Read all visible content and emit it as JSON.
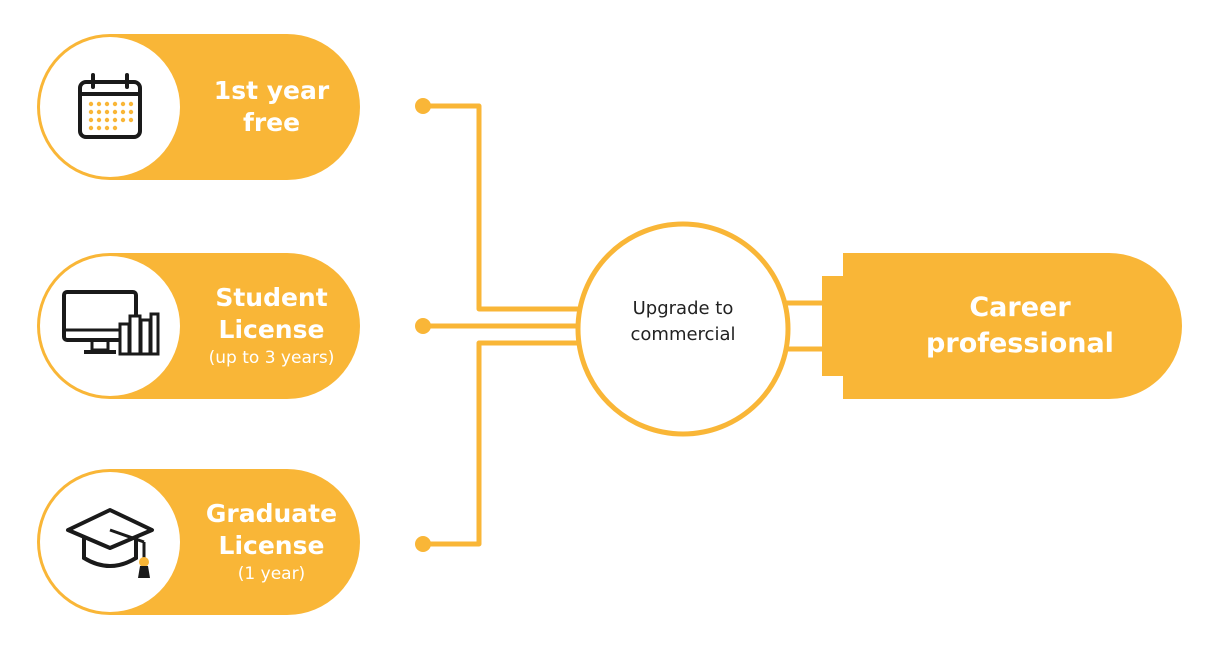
{
  "inputs": [
    {
      "title_line1": "1st year",
      "title_line2": "free",
      "subtitle": "",
      "icon": "calendar-icon"
    },
    {
      "title_line1": "Student",
      "title_line2": "License",
      "subtitle": "(up to 3 years)",
      "icon": "computer-books-icon"
    },
    {
      "title_line1": "Graduate",
      "title_line2": "License",
      "subtitle": "(1 year)",
      "icon": "graduation-cap-icon"
    }
  ],
  "hub": {
    "line1": "Upgrade to",
    "line2": "commercial"
  },
  "outcome": {
    "line1": "Career",
    "line2": "professional"
  },
  "colors": {
    "accent": "#F9B637",
    "icon_stroke": "#1a1a1a",
    "hub_text": "#222222",
    "background": "#ffffff"
  }
}
